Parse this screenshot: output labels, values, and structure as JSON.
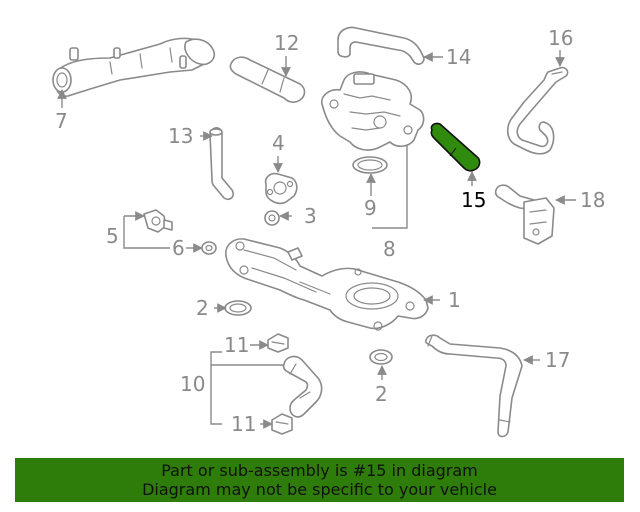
{
  "callouts": {
    "c1": "1",
    "c2a": "2",
    "c2b": "2",
    "c3": "3",
    "c4": "4",
    "c5": "5",
    "c6": "6",
    "c7": "7",
    "c8": "8",
    "c9": "9",
    "c10": "10",
    "c11a": "11",
    "c11b": "11",
    "c12": "12",
    "c13": "13",
    "c14": "14",
    "c15": "15",
    "c16": "16",
    "c17": "17",
    "c18": "18"
  },
  "highlight": {
    "part_number": "15",
    "color": "#2e7d0a"
  },
  "banner": {
    "line1": "Part or sub-assembly is #15 in diagram",
    "line2": "Diagram may not be specific to your vehicle",
    "background": "#2e7d0a"
  }
}
